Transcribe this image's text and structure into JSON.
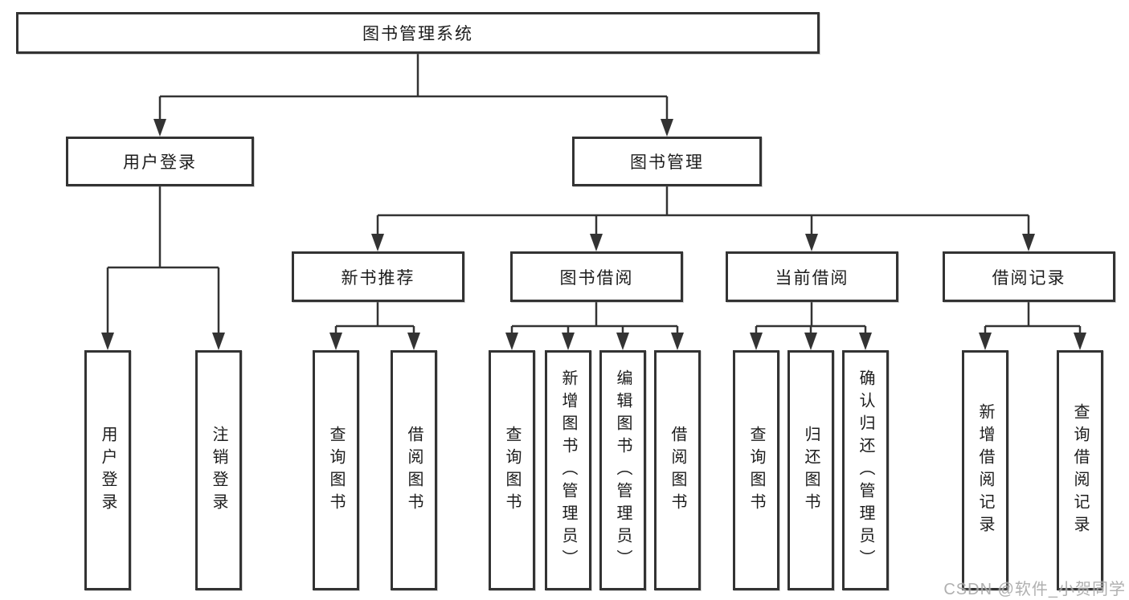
{
  "tree": {
    "label": "图书管理系统",
    "children": [
      {
        "label": "用户登录",
        "children": [
          {
            "label": "用户登录"
          },
          {
            "label": "注销登录"
          }
        ]
      },
      {
        "label": "图书管理",
        "children": [
          {
            "label": "新书推荐",
            "children": [
              {
                "label": "查询图书"
              },
              {
                "label": "借阅图书"
              }
            ]
          },
          {
            "label": "图书借阅",
            "children": [
              {
                "label": "查询图书"
              },
              {
                "label": "新增图书（管理员）"
              },
              {
                "label": "编辑图书（管理员）"
              },
              {
                "label": "借阅图书"
              }
            ]
          },
          {
            "label": "当前借阅",
            "children": [
              {
                "label": "查询图书"
              },
              {
                "label": "归还图书"
              },
              {
                "label": "确认归还（管理员）"
              }
            ]
          },
          {
            "label": "借阅记录",
            "children": [
              {
                "label": "新增借阅记录"
              },
              {
                "label": "查询借阅记录"
              }
            ]
          }
        ]
      }
    ]
  },
  "watermark": {
    "text": "CSDN @软件_小贺同学"
  },
  "colors": {
    "line": "#333333",
    "box_border": "#333333",
    "text": "#1c1c1c",
    "watermark": "#a8a8a8",
    "background": "#ffffff"
  }
}
